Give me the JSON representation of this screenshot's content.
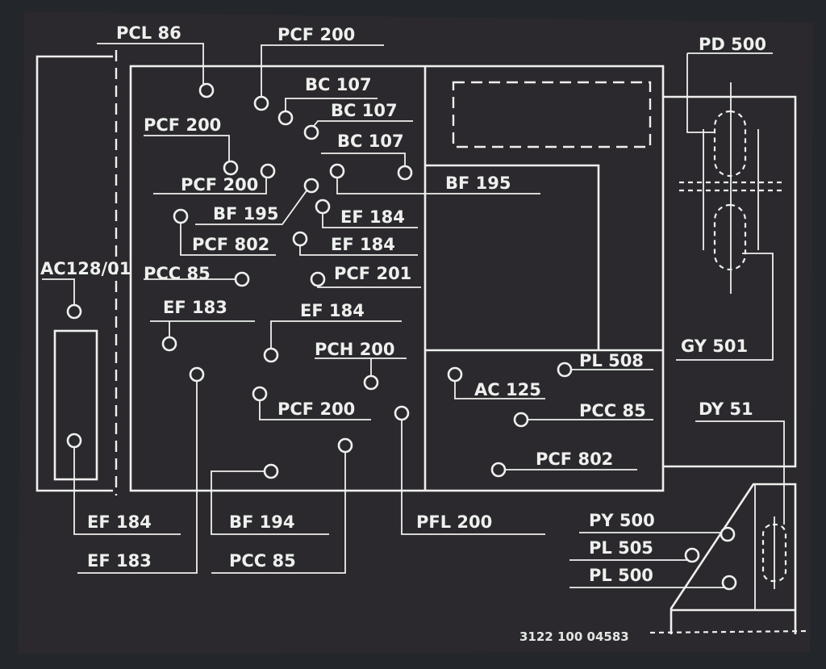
{
  "colors": {
    "background": "#23262b",
    "card": "#2b292d",
    "ink": "#eef0ee"
  },
  "part_number": "3122 100 04583",
  "labels": {
    "pcl86": "PCL 86",
    "pcf200_top": "PCF 200",
    "bc107_a": "BC 107",
    "bc107_b": "BC 107",
    "bc107_c": "BC 107",
    "pcf200_left": "PCF 200",
    "pcf200_mid": "PCF 200",
    "bf195_a": "BF 195",
    "ef184_a": "EF 184",
    "pcf802_a": "PCF 802",
    "ef184_b": "EF 184",
    "pcc85_a": "PCC 85",
    "pcf201": "PCF 201",
    "ac128": "AC128/01",
    "ef183_a": "EF 183",
    "ef184_c": "EF 184",
    "pch200": "PCH 200",
    "pcf200_low": "PCF 200",
    "bf195_b": "BF 195",
    "pd500": "PD 500",
    "gy501": "GY 501",
    "pl508": "PL 508",
    "ac125": "AC 125",
    "pcc85_b": "PCC 85",
    "dy51": "DY 51",
    "pcf802_b": "PCF 802",
    "ef184_d": "EF 184",
    "bf194": "BF 194",
    "pfl200": "PFL 200",
    "ef183_b": "EF 183",
    "pcc85_c": "PCC 85",
    "py500": "PY 500",
    "pl505": "PL 505",
    "pl500": "PL 500"
  }
}
